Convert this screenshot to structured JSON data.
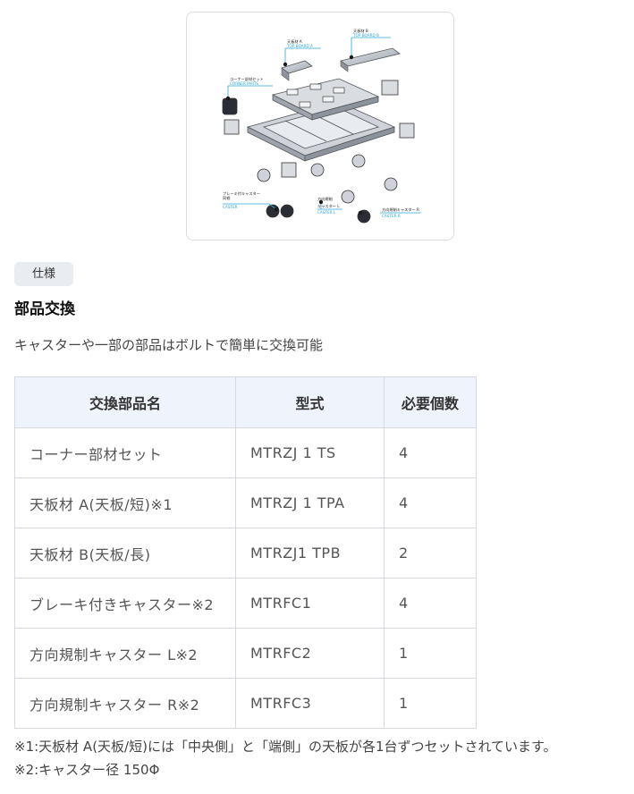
{
  "diagram": {
    "labels": {
      "top_a": "天板材 A",
      "top_a_en": "TOP BOARD A",
      "top_b": "天板材 B",
      "top_b_en": "TOP BOARD B",
      "corner": "コーナー部材セット",
      "corner_en": "CORNER PARTS",
      "brake": "ブレーキ付キャスター",
      "brake_sub": "同梱",
      "brake_en": "CASTER",
      "caster_l": "方向規制",
      "caster_l2": "キャスター L",
      "caster_l_en": "CASTER L",
      "caster_r": "方向規制キャスター R",
      "caster_r_en": "CASTER R"
    },
    "accent_color": "#2aa9d8"
  },
  "spec_tag": "仕様",
  "section_title": "部品交換",
  "lead_text": "キャスターや一部の部品はボルトで簡単に交換可能",
  "table": {
    "headers": [
      "交換部品名",
      "型式",
      "必要個数"
    ],
    "rows": [
      [
        "コーナー部材セット",
        "MTRZJ 1 TS",
        "4"
      ],
      [
        "天板材 A(天板/短)※1",
        "MTRZJ 1 TPA",
        "4"
      ],
      [
        "天板材 B(天板/長)",
        "MTRZJ1 TPB",
        "2"
      ],
      [
        "ブレーキ付きキャスター※2",
        "MTRFC1",
        "4"
      ],
      [
        "方向規制キャスター L※2",
        "MTRFC2",
        "1"
      ],
      [
        "方向規制キャスター R※2",
        "MTRFC3",
        "1"
      ]
    ]
  },
  "notes": [
    "※1:天板材 A(天板/短)には「中央側」と「端側」の天板が各1台ずつセットされています。",
    "※2:キャスター径 150Φ"
  ]
}
